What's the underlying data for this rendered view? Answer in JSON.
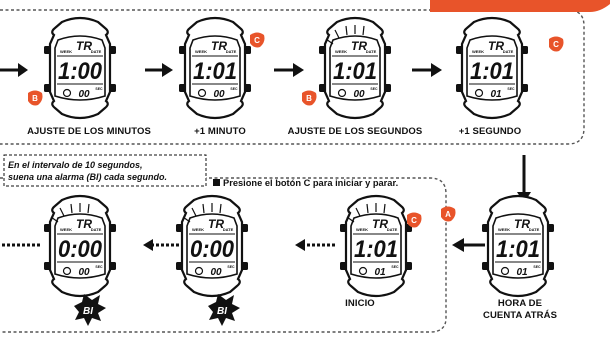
{
  "colors": {
    "accent": "#e8542a",
    "ink": "#111111",
    "dash": "#555555"
  },
  "watches": [
    {
      "id": "w1",
      "top": "TR",
      "main": "1:00",
      "sub": "00",
      "button": "B"
    },
    {
      "id": "w2",
      "top": "TR",
      "main": "1:01",
      "sub": "00",
      "button": "C"
    },
    {
      "id": "w3",
      "top": "TR",
      "main": "1:01",
      "sub": "00",
      "button": "B"
    },
    {
      "id": "w4",
      "top": "TR",
      "main": "1:01",
      "sub": "01",
      "button": "C"
    },
    {
      "id": "w5",
      "top": "TR",
      "main": "1:01",
      "sub": "01",
      "button": "A"
    },
    {
      "id": "w6",
      "top": "TR",
      "main": "1:01",
      "sub": "01",
      "button": "C"
    },
    {
      "id": "w7",
      "top": "TR",
      "main": "0:00",
      "sub": "00",
      "button": ""
    },
    {
      "id": "w8",
      "top": "TR",
      "main": "0:00",
      "sub": "00",
      "button": ""
    }
  ],
  "watch_face_labels": {
    "week": "WEEK",
    "date": "DATE",
    "sec": "SEC"
  },
  "labels": {
    "ajuste_minutos": "AJUSTE DE LOS MINUTOS",
    "mas_minuto": "+1 MINUTO",
    "ajuste_segundos": "AJUSTE DE LOS SEGUNDOS",
    "mas_segundo": "+1 SEGUNDO",
    "inicio": "INICIO",
    "hora_line1": "HORA DE",
    "hora_line2": "CUENTA ATRÁS"
  },
  "notes": {
    "interval_line1": "En el intervalo de 10 segundos,",
    "interval_line2": "suena una alarma (BI) cada segundo.",
    "press_c": "Presione el botón C para iniciar y parar."
  },
  "alarm_badges": [
    "BI",
    "BI"
  ]
}
